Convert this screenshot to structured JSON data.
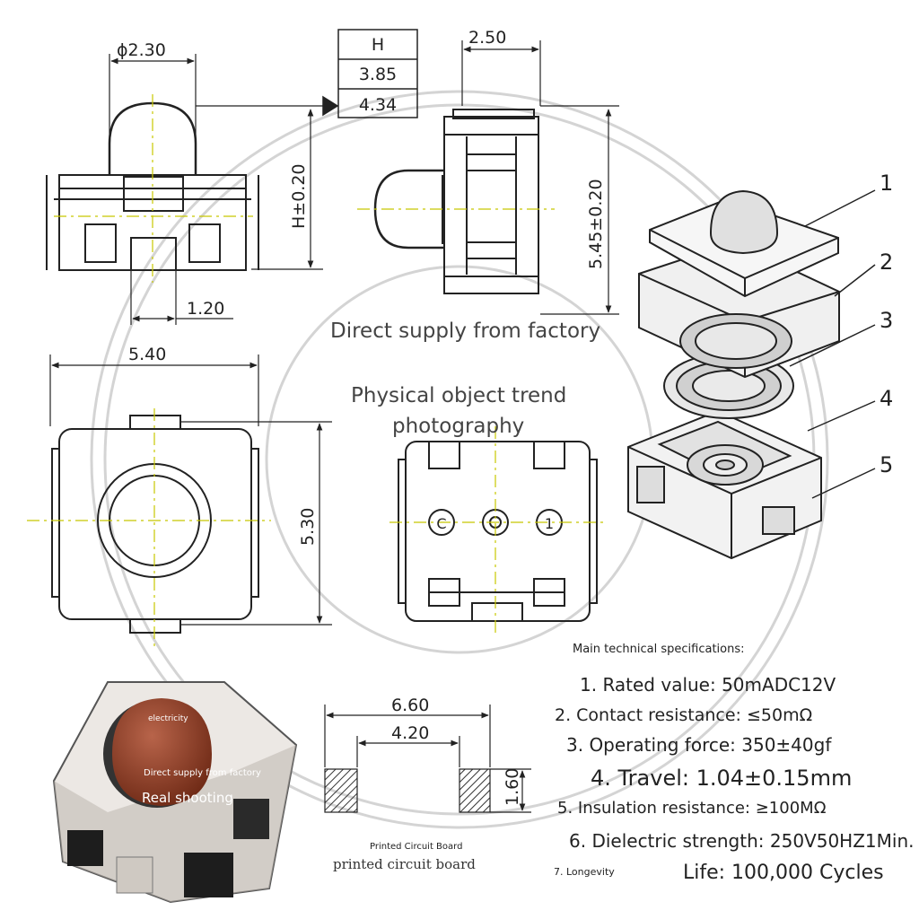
{
  "dimensions": {
    "top_diameter": "ϕ2.30",
    "top_height": "H±0.20",
    "top_pin_gap": "1.20",
    "side_width": "2.50",
    "side_height": "5.45±0.20",
    "front_width": "5.40",
    "front_height": "5.30",
    "pcb_outer": "6.60",
    "pcb_inner": "4.20",
    "pcb_pad": "1.60"
  },
  "height_table": {
    "header": "H",
    "values": [
      "3.85",
      "4.34"
    ]
  },
  "overlay": {
    "supply": "Direct supply from factory",
    "trend_line1": "Physical object trend",
    "trend_line2": "photography"
  },
  "exploded_labels": [
    "1",
    "2",
    "3",
    "4",
    "5"
  ],
  "bottom_terminals": [
    "C",
    "○",
    "1"
  ],
  "photo": {
    "electricity": "electricity",
    "supply": "Direct supply from factory",
    "real": "Real shooting"
  },
  "pcb": {
    "title": "Printed Circuit Board",
    "subtitle": "printed circuit board"
  },
  "specs": {
    "heading": "Main technical specifications:",
    "items": [
      "1. Rated value: 50mADC12V",
      "2. Contact resistance: ≤50mΩ",
      "3. Operating force: 350±40gf",
      "4. Travel: 1.04±0.15mm",
      "5. Insulation resistance: ≥100MΩ",
      "6. Dielectric strength: 250V50HZ1Min.",
      "7. Longevity",
      "Life: 100,000 Cycles"
    ]
  },
  "colors": {
    "line": "#222222",
    "centerline": "#c8c800",
    "cap": "#8e3a22",
    "watermark": "#cfcfcf"
  }
}
